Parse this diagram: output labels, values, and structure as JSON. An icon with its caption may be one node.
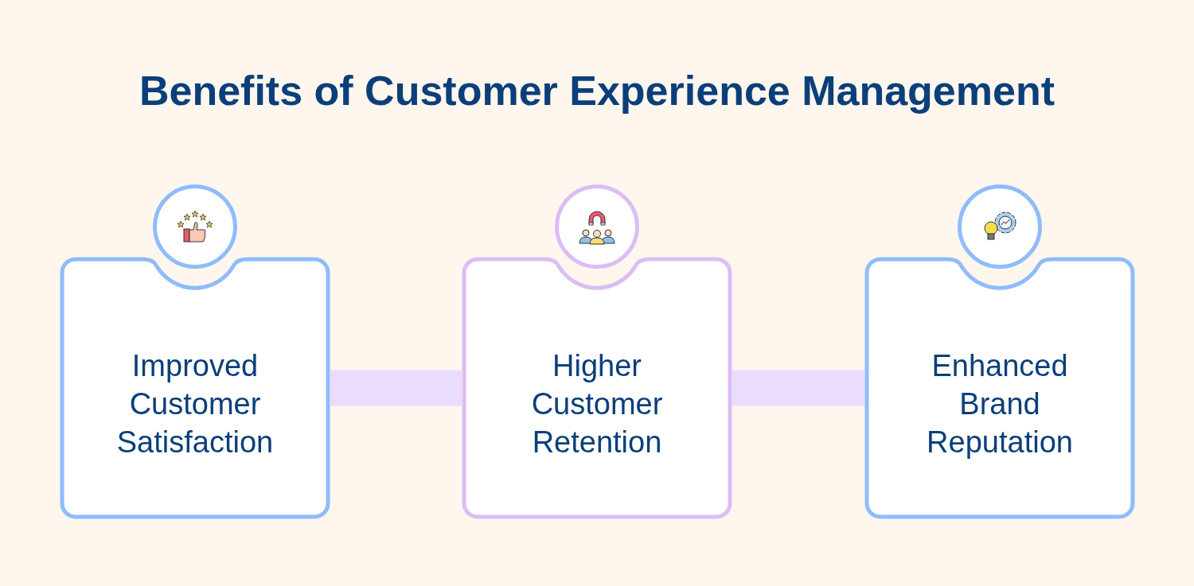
{
  "diagram": {
    "title": "Benefits of Customer Experience Management",
    "nodes": [
      {
        "text": [
          "Improved Customer Satisfaction"
        ]
      },
      {
        "text": [
          "Higher Customer Retention"
        ]
      },
      {
        "text": [
          "Enhanced Brand Reputation"
        ]
      }
    ],
    "edges": [
      {
        "from": 0,
        "to": 1,
        "arrow": "none"
      },
      {
        "from": 1,
        "to": 2,
        "arrow": "none"
      }
    ]
  }
}
